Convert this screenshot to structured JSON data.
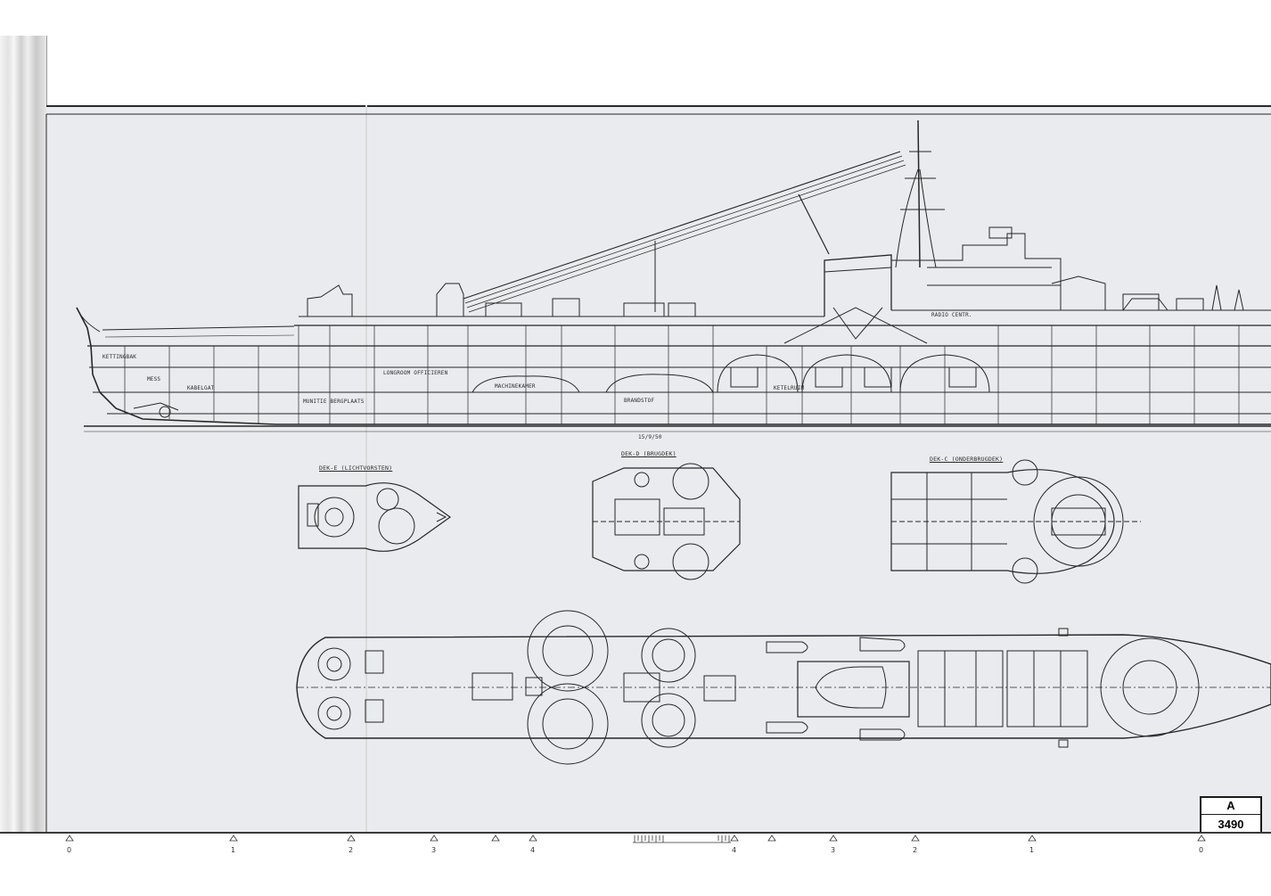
{
  "plate": {
    "category": "A",
    "number": "3490"
  },
  "center_mark": "15/9/50",
  "deck_views": {
    "deck_e": "DEK-E (LICHTVORSTEN)",
    "deck_d": "DEK-D (BRUGDEK)",
    "deck_c": "DEK-C (ONDERBRUGDEK)"
  },
  "compartment_labels": {
    "kettingbak": "KETTINGBAK",
    "mess": "MESS",
    "kabelgat": "KABELGAT",
    "officieren": "LONGROOM OFFICIEREN",
    "ketelruim": "KETELRUIM",
    "machinekamer": "MACHINEKAMER",
    "brug": "RADIO CENTR.",
    "brandstof": "BRANDSTOF",
    "munitie": "MUNITIE BERGPLAATS"
  },
  "scale_ticks": [
    "0",
    "1",
    "2",
    "3",
    "4",
    "4",
    "3",
    "2",
    "1",
    "0"
  ],
  "colors": {
    "paper": "#e9ebee",
    "ink": "#2b2b2b",
    "frame": "#1a1a1a"
  }
}
